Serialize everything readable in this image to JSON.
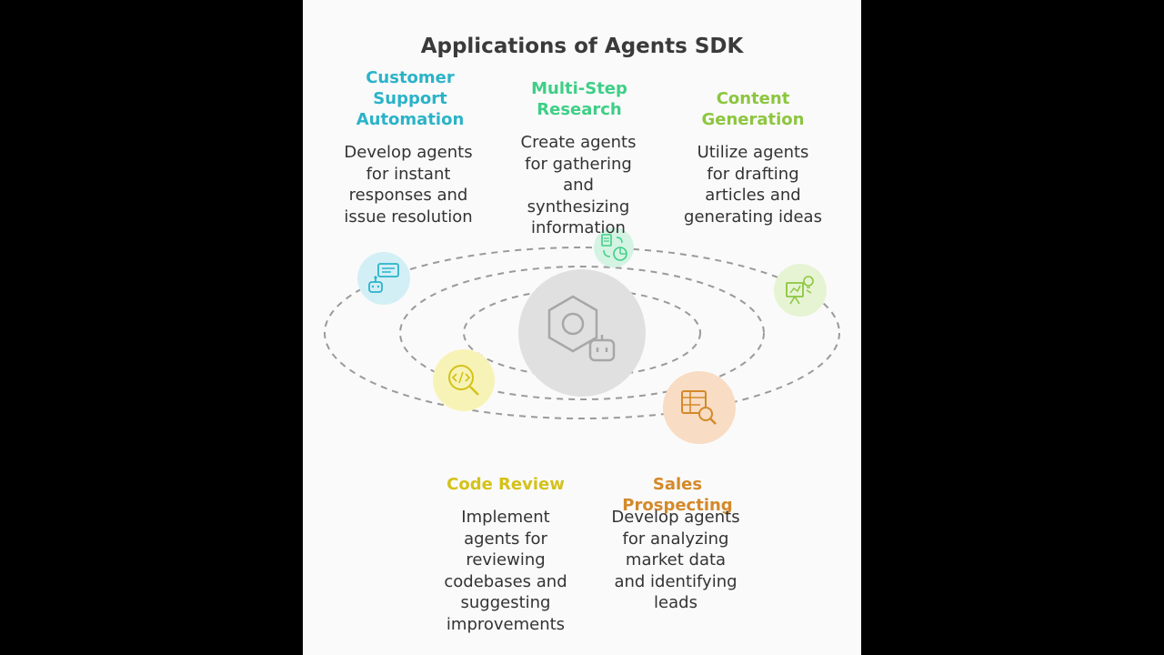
{
  "title": "Applications of Agents SDK",
  "items": [
    {
      "heading": "Customer Support Automation",
      "heading_lines": [
        "Customer",
        "Support",
        "Automation"
      ],
      "desc_lines": [
        "Develop agents",
        "for instant",
        "responses and",
        "issue resolution"
      ],
      "color": "#2bb3c8",
      "icon": "chatbot-icon"
    },
    {
      "heading": "Multi-Step Research",
      "heading_lines": [
        "Multi-Step",
        "Research"
      ],
      "desc_lines": [
        "Create agents",
        "for gathering",
        "and",
        "synthesizing",
        "information"
      ],
      "color": "#3ecf86",
      "icon": "research-flow-icon"
    },
    {
      "heading": "Content Generation",
      "heading_lines": [
        "Content",
        "Generation"
      ],
      "desc_lines": [
        "Utilize agents",
        "for drafting",
        "articles and",
        "generating ideas"
      ],
      "color": "#8cc63f",
      "icon": "presentation-idea-icon"
    },
    {
      "heading": "Code Review",
      "heading_lines": [
        "Code Review"
      ],
      "desc_lines": [
        "Implement",
        "agents for",
        "reviewing",
        "codebases and",
        "suggesting",
        "improvements"
      ],
      "color": "#d4c21a",
      "icon": "code-search-icon"
    },
    {
      "heading": "Sales Prospecting",
      "heading_lines": [
        "Sales",
        "Prospecting"
      ],
      "desc_lines": [
        "Develop agents",
        "for analyzing",
        "market data",
        "and identifying",
        "leads"
      ],
      "color": "#d4892a",
      "icon": "table-search-icon"
    }
  ],
  "hub_icon": "agent-sdk-icon"
}
